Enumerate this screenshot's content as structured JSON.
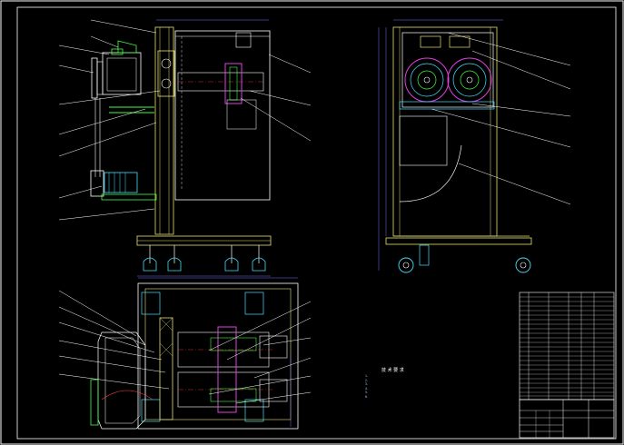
{
  "drawing": {
    "background": "#000000",
    "frame_color": "#ffffff",
    "part_color": "#ffffff",
    "frame_member_color": "#e8e070",
    "roller_color": "#e040e0",
    "wheel_color": "#40e0ff",
    "hatch_color": "#40ff40",
    "dim_color": "#7070ff"
  },
  "notes": {
    "title": "技 术 要 求",
    "lines": [
      "1.",
      "2.",
      "3.",
      "4.",
      "5.",
      "6."
    ]
  },
  "title_block": {
    "title": "",
    "drawing_no": ""
  }
}
